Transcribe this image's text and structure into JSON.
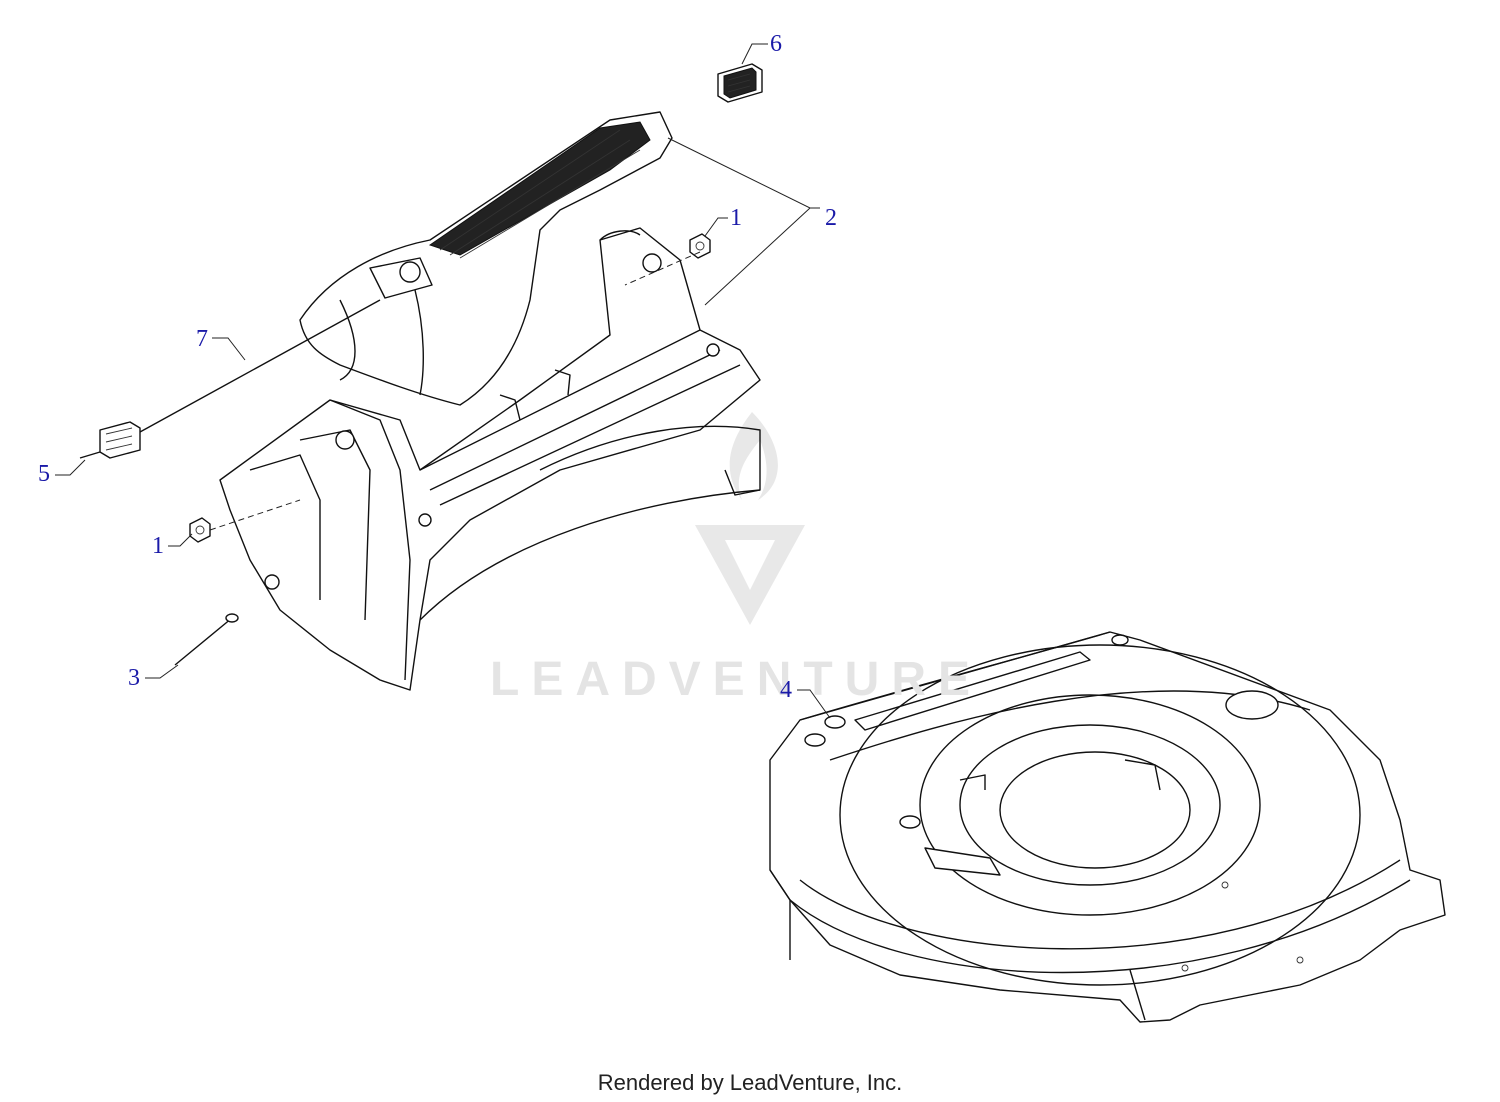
{
  "labels": [
    {
      "id": "label-6",
      "text": "6"
    },
    {
      "id": "label-2",
      "text": "2"
    },
    {
      "id": "label-1a",
      "text": "1"
    },
    {
      "id": "label-7",
      "text": "7"
    },
    {
      "id": "label-5",
      "text": "5"
    },
    {
      "id": "label-1b",
      "text": "1"
    },
    {
      "id": "label-3",
      "text": "3"
    },
    {
      "id": "label-4",
      "text": "4"
    }
  ],
  "watermark": "LEADVENTURE",
  "footer": "Rendered by LeadVenture, Inc.",
  "colors": {
    "label": "#1a1aa8",
    "line": "#111111",
    "watermark": "#e4e4e4"
  }
}
